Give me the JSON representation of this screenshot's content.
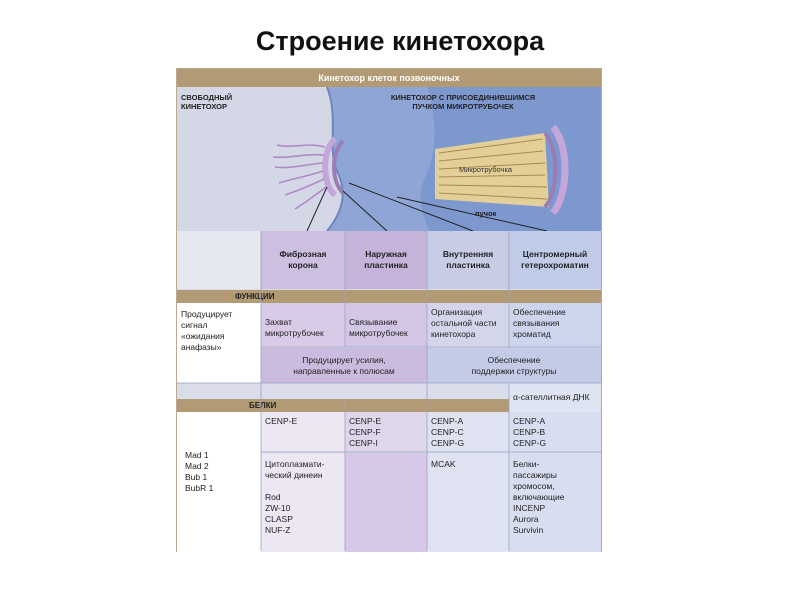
{
  "title": "Строение кинетохора",
  "diagram": {
    "header": "Кинетохор клеток позвоночных",
    "free_label": "СВОБОДНЫЙ\nКИНЕТОХОР",
    "attached_label": "КИНЕТОХОР С ПРИСОЕДИНИВШИМСЯ\nПУЧКОМ МИКРОТРУБОЧЕК",
    "microtubule_label": "Микротрубочка",
    "bundle_label": "пучок",
    "parts": [
      "Фиброзная\nкорона",
      "Наружная\nпластинка",
      "Внутренняя\nпластинка",
      "Центромерный\nгетерохроматин"
    ],
    "functions_label": "ФУНКЦИИ",
    "signal_text": "Продуцирует\nсигнал\n«ожидания\nанафазы»",
    "functions": [
      "Захват\nмикротрубочек",
      "Связывание\nмикротрубочек",
      "Организация\nостальной части\nкинетохора",
      "Обеспечение\nсвязывания\nхроматид"
    ],
    "func_row2_left": "Продуцирует усилия,\nнаправленные к полюсам",
    "func_row2_right": "Обеспечение\nподдержки структуры",
    "proteins_label": "БЕЛКИ",
    "alpha_label": "α-сателлитная ДНК",
    "checkpoint_proteins": "Mad 1\nMad 2\nBub 1\nBubR 1",
    "proteins_row1": [
      "CENP-E",
      "CENP-E\nCENP-F\nCENP-I",
      "CENP-A\nCENP-C\nCENP-G",
      "CENP-A\nCENP-B\nCENP-G"
    ],
    "proteins_row2": [
      "Цитоплазмати-\nческий динеин\n\nRod\nZW-10\nCLASP\nNUF-Z",
      "",
      "MCAK",
      "Белки-\nпассажиры\nхромосом,\nвключающие\nINCENP\nAurora\nSurvivin"
    ]
  }
}
